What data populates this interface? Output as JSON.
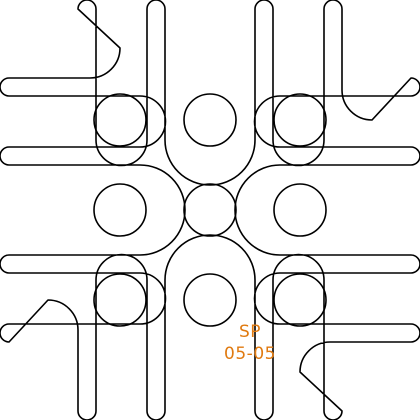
{
  "part": {
    "outline_color": "#000000",
    "fill_color": "#ffffff",
    "label_color": "#e07a10",
    "edges": [
      "top",
      "right",
      "bottom",
      "left"
    ],
    "hole_grid": {
      "rows": 3,
      "cols": 3
    }
  },
  "label": {
    "line1": "SP",
    "line2": "05-05"
  }
}
